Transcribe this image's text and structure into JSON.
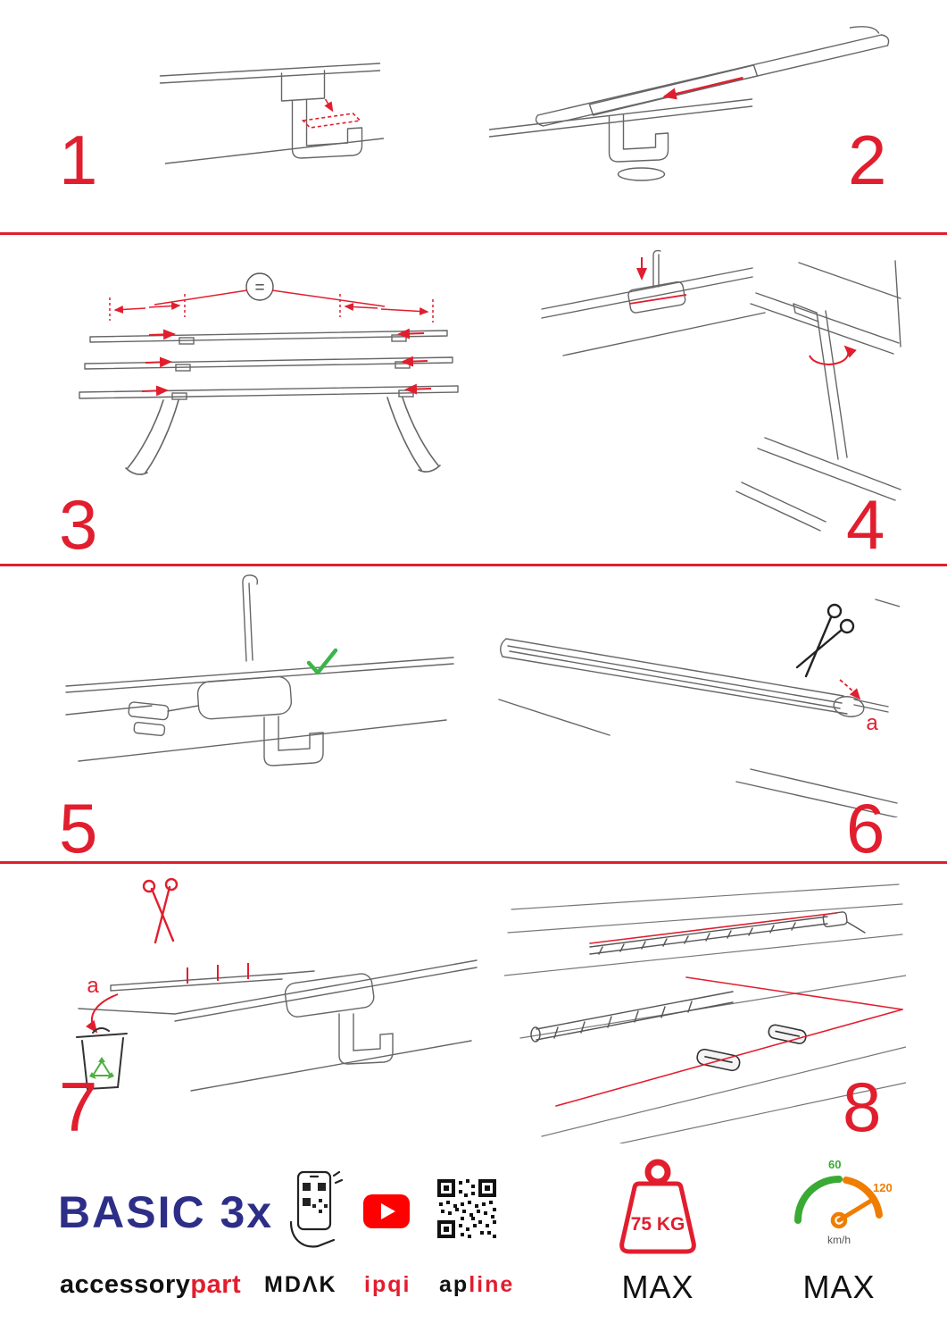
{
  "colors": {
    "accent_red": "#e11e2e",
    "brand_navy": "#2d2e87",
    "check_green": "#3bb54a",
    "recycle_green": "#4caf3f",
    "youtube_red": "#ff0000",
    "speed_green": "#3aaa35",
    "speed_orange": "#ef7d00",
    "line_gray": "#666666"
  },
  "steps": [
    {
      "number": "1"
    },
    {
      "number": "2"
    },
    {
      "number": "3",
      "equal": "="
    },
    {
      "number": "4"
    },
    {
      "number": "5"
    },
    {
      "number": "6",
      "cut_label": "a"
    },
    {
      "number": "7",
      "cut_label": "a"
    },
    {
      "number": "8"
    }
  ],
  "footer": {
    "brand_title": "BASIC 3x",
    "brand_sub_black": "accessory",
    "brand_sub_red": "part",
    "partner_mdak": "MDΛK",
    "partner_ipqi": "ipqi",
    "partner_apline_black": "ap",
    "partner_apline_red": "line",
    "weight_value": "75 KG",
    "weight_max": "MAX",
    "speed_low": "60",
    "speed_high": "120",
    "speed_unit": "km/h",
    "speed_max": "MAX"
  },
  "icons": {
    "scissors-icon": "✂",
    "check-icon": "✓",
    "recycle-icon": "♻",
    "equal-badge": "=",
    "youtube-play-icon": "▶"
  }
}
